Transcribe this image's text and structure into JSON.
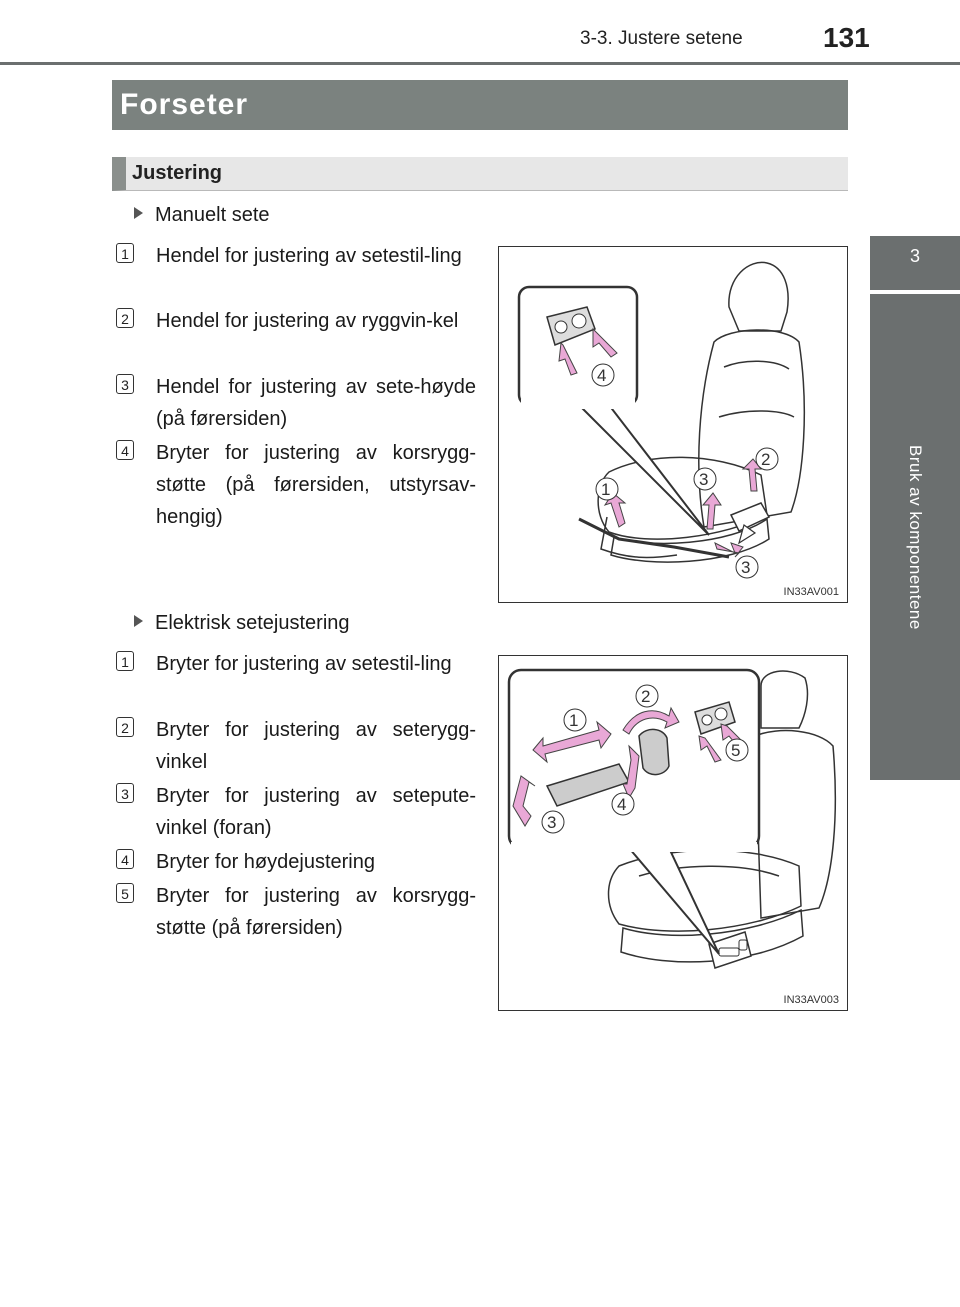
{
  "header": {
    "section": "3-3. Justere setene",
    "page": "131"
  },
  "side_tab": {
    "chapter_number": "3",
    "chapter_title": "Bruk av komponentene"
  },
  "title": "Forseter",
  "subtitle": "Justering",
  "manual": {
    "heading": "Manuelt sete",
    "items": [
      {
        "num": "1",
        "text": "Hendel for justering av setestil-ling"
      },
      {
        "num": "2",
        "text": "Hendel for justering av ryggvin-kel"
      },
      {
        "num": "3",
        "text": "Hendel for justering av sete-høyde (på førersiden)"
      },
      {
        "num": "4",
        "text": "Bryter for justering av korsrygg-støtte (på førersiden, utstyrsav-hengig)"
      }
    ],
    "figure": {
      "code": "IN33AV001",
      "callouts": [
        "4",
        "2",
        "3",
        "1",
        "3"
      ]
    }
  },
  "electric": {
    "heading": "Elektrisk setejustering",
    "items": [
      {
        "num": "1",
        "text": "Bryter for justering av setestil-ling"
      },
      {
        "num": "2",
        "text": "Bryter for justering av seterygg-vinkel"
      },
      {
        "num": "3",
        "text": "Bryter for justering av setepute-vinkel (foran)"
      },
      {
        "num": "4",
        "text": "Bryter for høydejustering"
      },
      {
        "num": "5",
        "text": "Bryter for justering av korsrygg-støtte (på førersiden)"
      }
    ],
    "figure": {
      "code": "IN33AV003",
      "callouts": [
        "2",
        "1",
        "5",
        "4",
        "3"
      ]
    }
  },
  "colors": {
    "banner": "#7b827f",
    "tab": "#6b6f6f",
    "arrow_pink": "#e9a8d6"
  }
}
